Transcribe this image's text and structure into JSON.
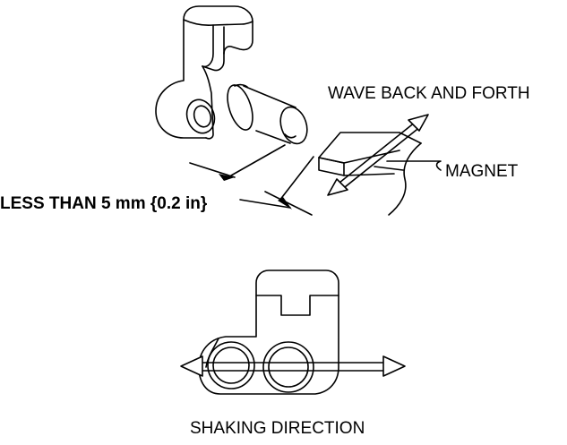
{
  "labels": {
    "wave": "WAVE BACK AND FORTH",
    "magnet": "MAGNET",
    "gap": "LESS THAN 5 mm {0.2 in}",
    "shaking": "SHAKING DIRECTION"
  },
  "colors": {
    "line": "#000000",
    "fill": "#ffffff"
  }
}
